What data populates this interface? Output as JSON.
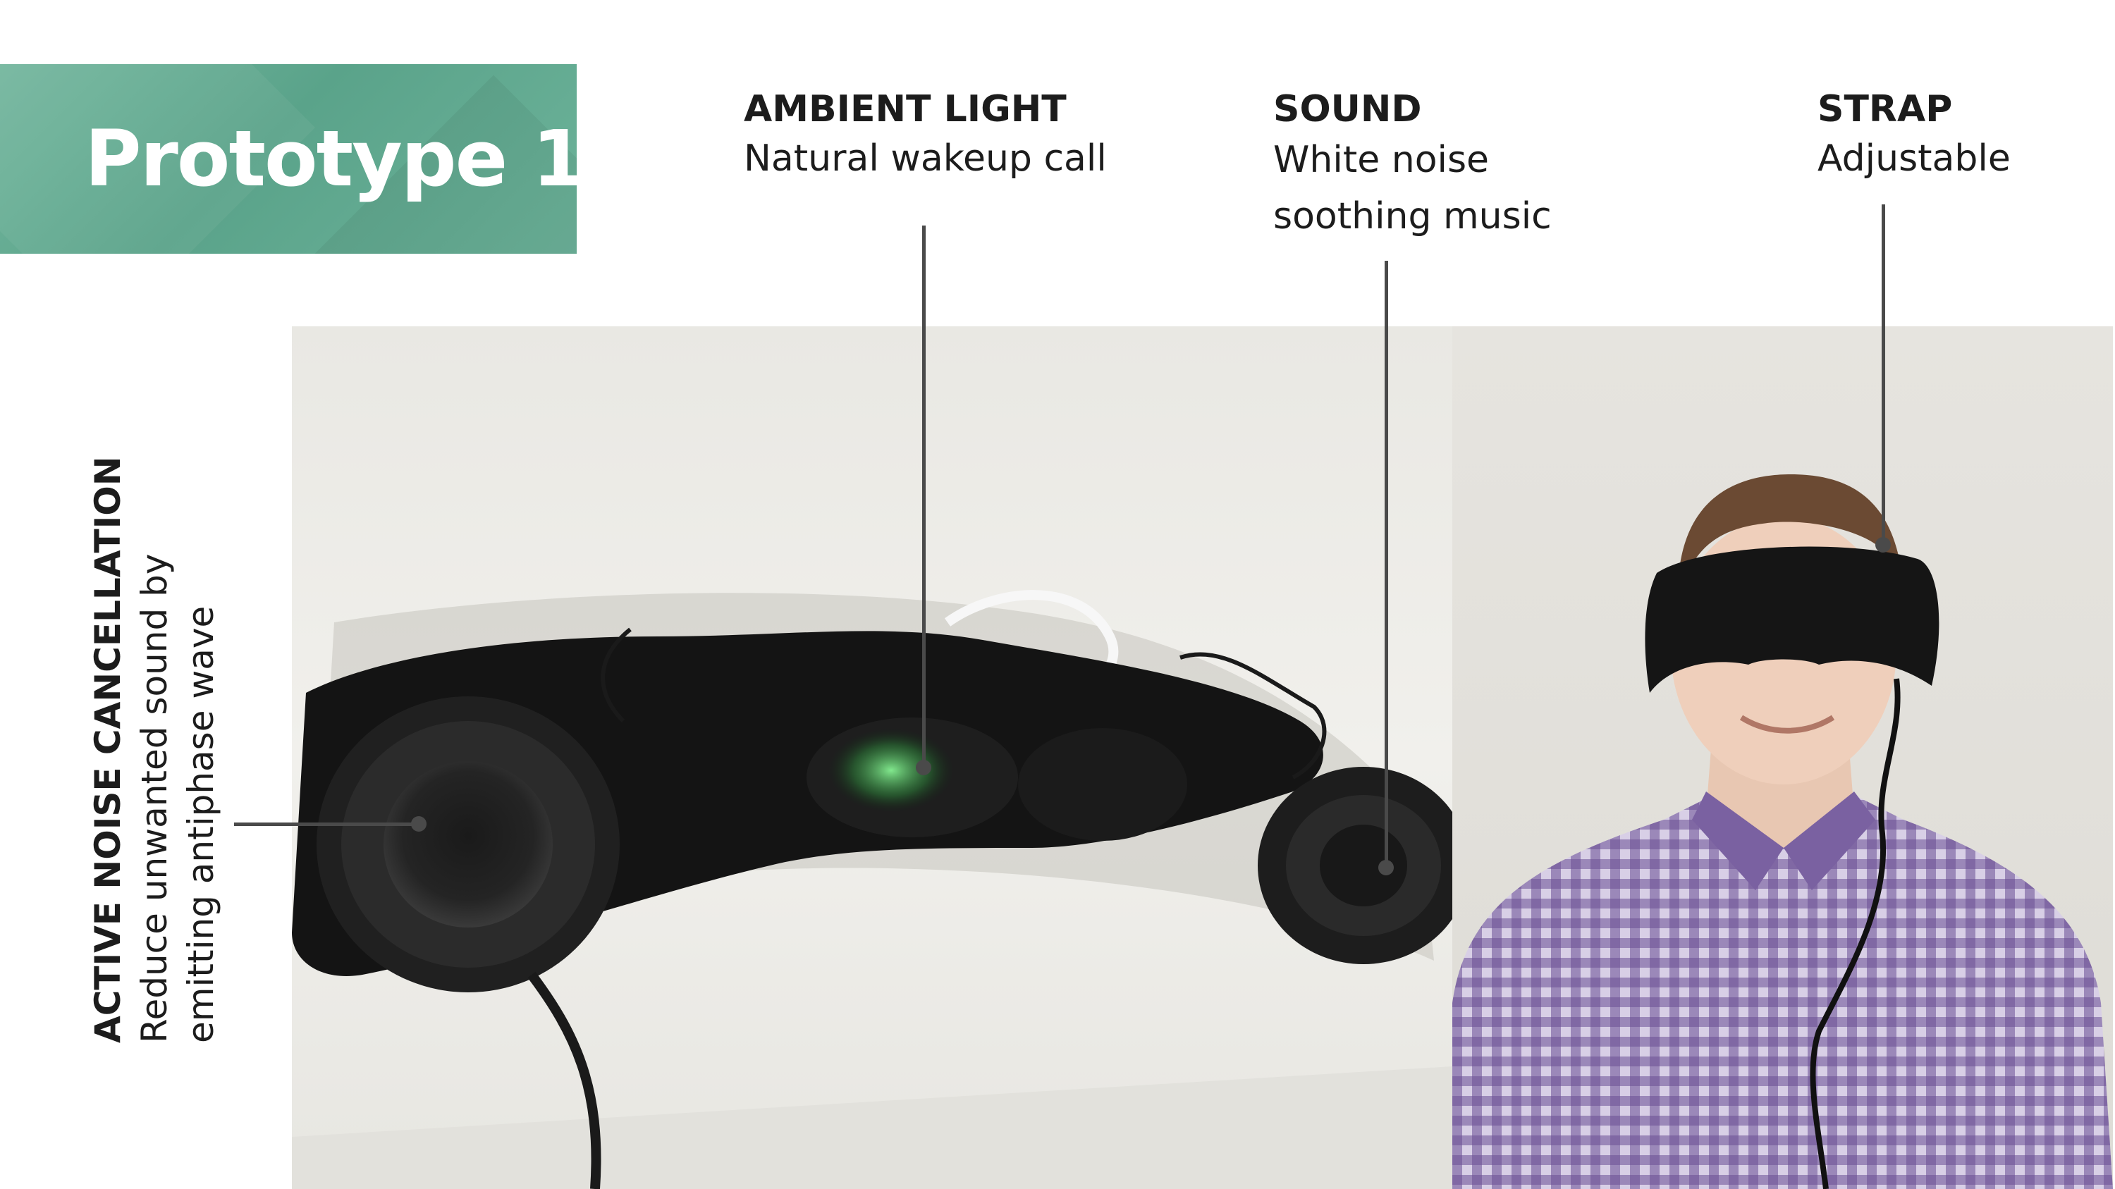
{
  "title": "Prototype 1",
  "features": {
    "ambient_light": {
      "heading": "AMBIENT LIGHT",
      "body": "Natural wakeup call"
    },
    "sound": {
      "heading": "SOUND",
      "line1": "White noise",
      "line2": "soothing music"
    },
    "strap": {
      "heading": "STRAP",
      "body": "Adjustable"
    },
    "noise_cancellation": {
      "heading": "ACTIVE NOISE CANCELLATION",
      "line1": "Reduce unwanted sound by",
      "line2": "emitting antiphase wave"
    }
  },
  "colors": {
    "title_bg": "#5fa78e",
    "leader_line": "#4a4a4a",
    "device_fabric": "#141414"
  }
}
